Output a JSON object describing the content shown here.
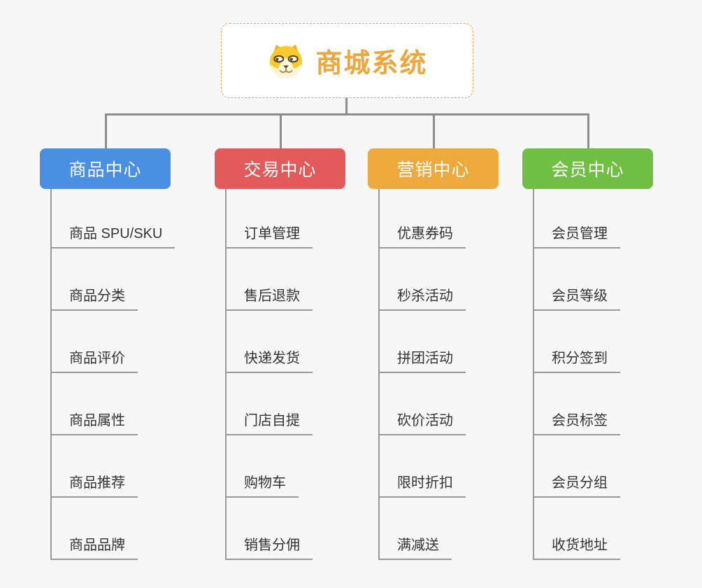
{
  "root": {
    "label": "商城系统",
    "icon": "shiba-dog-icon",
    "accent_color": "#f0a63c",
    "border_color": "#eaa43e"
  },
  "colors": {
    "background": "#f7f7f7",
    "connector": "#8c8c8c",
    "underline": "#999999",
    "child_text": "#333333",
    "header_text": "#ffffff"
  },
  "branches": [
    {
      "label": "商品中心",
      "color": "#4a90e2",
      "items": [
        "商品 SPU/SKU",
        "商品分类",
        "商品评价",
        "商品属性",
        "商品推荐",
        "商品品牌"
      ]
    },
    {
      "label": "交易中心",
      "color": "#e25a5a",
      "items": [
        "订单管理",
        "售后退款",
        "快递发货",
        "门店自提",
        "购物车",
        "销售分佣"
      ]
    },
    {
      "label": "营销中心",
      "color": "#eda93c",
      "items": [
        "优惠券码",
        "秒杀活动",
        "拼团活动",
        "砍价活动",
        "限时折扣",
        "满减送"
      ]
    },
    {
      "label": "会员中心",
      "color": "#6fbf44",
      "items": [
        "会员管理",
        "会员等级",
        "积分签到",
        "会员标签",
        "会员分组",
        "收货地址"
      ]
    }
  ]
}
